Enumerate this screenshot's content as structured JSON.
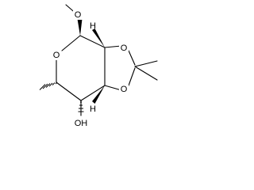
{
  "molecule": {
    "atoms": {
      "ring_oxygen": "O",
      "methoxy_oxygen": "O",
      "dioxolane_oxygen_top": "O",
      "dioxolane_oxygen_bottom": "O",
      "hydroxyl": "OH",
      "stereo_h_top": "H",
      "stereo_h_bottom": "H"
    }
  }
}
